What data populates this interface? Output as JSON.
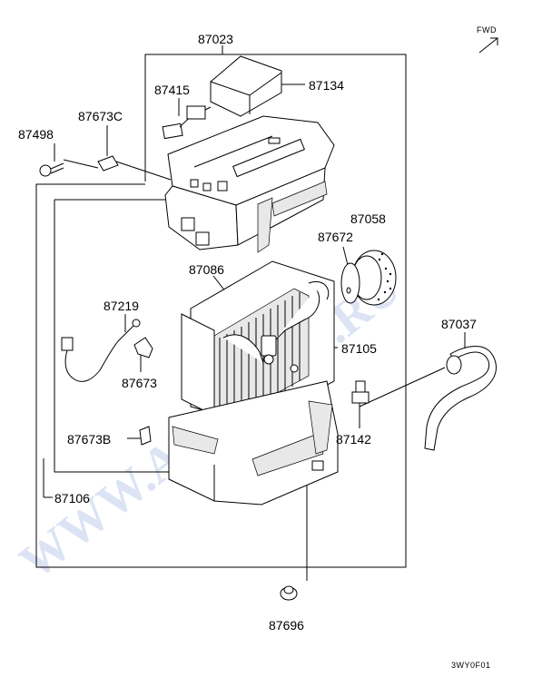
{
  "diagram": {
    "fwd_label": "FWD",
    "ref_code": "3WY0F01",
    "watermark": "WWW.ALLCATS.RU",
    "labels": {
      "p87023": "87023",
      "p87134": "87134",
      "p87415": "87415",
      "p87673c": "87673C",
      "p87498": "87498",
      "p87058": "87058",
      "p87672": "87672",
      "p87086": "87086",
      "p87219": "87219",
      "p87037": "87037",
      "p87105": "87105",
      "p87673": "87673",
      "p87673b": "87673B",
      "p87142": "87142",
      "p87106": "87106",
      "p87696": "87696"
    }
  }
}
